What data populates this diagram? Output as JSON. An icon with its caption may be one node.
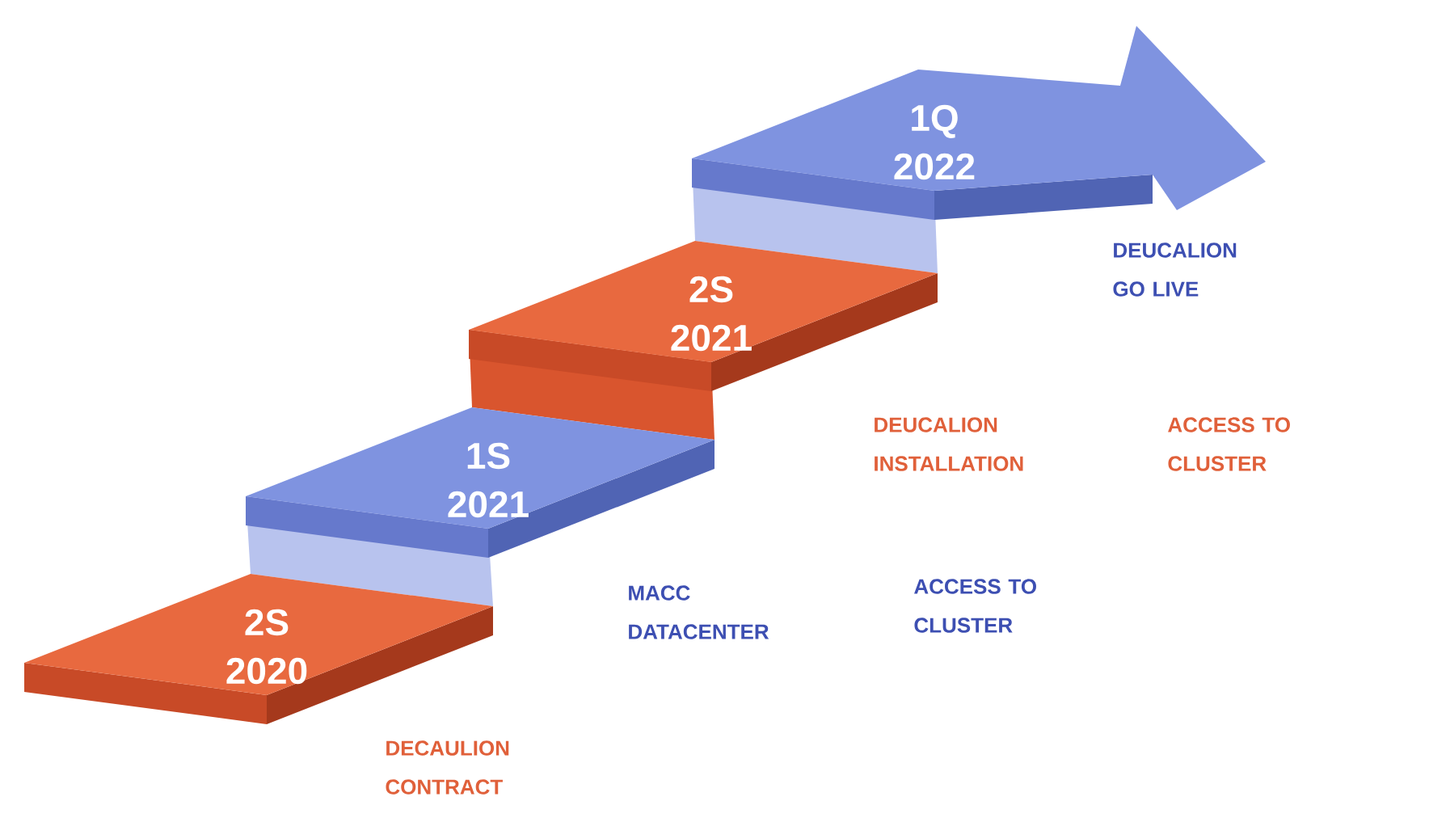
{
  "diagram": {
    "nodes": [
      {
        "text": [
          "2S 2020"
        ]
      },
      {
        "text": [
          "1S 2021"
        ]
      },
      {
        "text": [
          "2S 2021"
        ]
      },
      {
        "text": [
          "1Q 2022"
        ]
      }
    ],
    "labels": [
      "DEUCALION GO LIVE",
      "DEUCALION INSTALLATION",
      "ACCESS TO CLUSTER",
      "MACC DATACENTER",
      "ACCESS TO CLUSTER",
      "DECAULION CONTRACT"
    ]
  }
}
